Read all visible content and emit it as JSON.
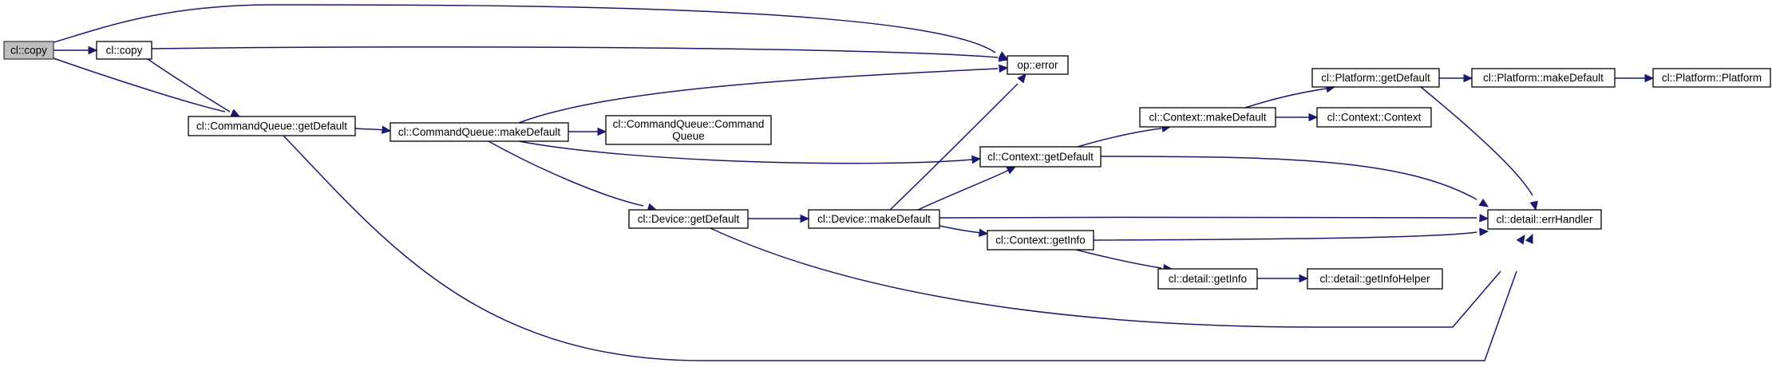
{
  "graph": {
    "edge_color": "#191970",
    "root_fill": "#bfbfbf",
    "nodes": [
      {
        "id": "root",
        "lines": [
          "cl::copy"
        ]
      },
      {
        "id": "clcopy",
        "lines": [
          "cl::copy"
        ]
      },
      {
        "id": "operror",
        "lines": [
          "op::error"
        ]
      },
      {
        "id": "cqgetdef",
        "lines": [
          "cl::CommandQueue::getDefault"
        ]
      },
      {
        "id": "cqmakedef",
        "lines": [
          "cl::CommandQueue::makeDefault"
        ]
      },
      {
        "id": "cqcmd",
        "lines": [
          "cl::CommandQueue::Command",
          "Queue"
        ]
      },
      {
        "id": "devgetdef",
        "lines": [
          "cl::Device::getDefault"
        ]
      },
      {
        "id": "devmakedef",
        "lines": [
          "cl::Device::makeDefault"
        ]
      },
      {
        "id": "ctxgetdef",
        "lines": [
          "cl::Context::getDefault"
        ]
      },
      {
        "id": "ctxmakedef",
        "lines": [
          "cl::Context::makeDefault"
        ]
      },
      {
        "id": "ctxctx",
        "lines": [
          "cl::Context::Context"
        ]
      },
      {
        "id": "platgetdef",
        "lines": [
          "cl::Platform::getDefault"
        ]
      },
      {
        "id": "platmakedef",
        "lines": [
          "cl::Platform::makeDefault"
        ]
      },
      {
        "id": "platplat",
        "lines": [
          "cl::Platform::Platform"
        ]
      },
      {
        "id": "errhandler",
        "lines": [
          "cl::detail::errHandler"
        ]
      },
      {
        "id": "ctxgetinfo",
        "lines": [
          "cl::Context::getInfo"
        ]
      },
      {
        "id": "detgetinfo",
        "lines": [
          "cl::detail::getInfo"
        ]
      },
      {
        "id": "detgetinfohelper",
        "lines": [
          "cl::detail::getInfoHelper"
        ]
      }
    ],
    "edges": [
      {
        "from": "root",
        "to": "clcopy"
      },
      {
        "from": "root",
        "to": "operror"
      },
      {
        "from": "root",
        "to": "cqgetdef"
      },
      {
        "from": "clcopy",
        "to": "operror"
      },
      {
        "from": "clcopy",
        "to": "cqgetdef"
      },
      {
        "from": "cqgetdef",
        "to": "cqmakedef"
      },
      {
        "from": "cqgetdef",
        "to": "errhandler"
      },
      {
        "from": "cqmakedef",
        "to": "operror"
      },
      {
        "from": "cqmakedef",
        "to": "cqcmd"
      },
      {
        "from": "cqmakedef",
        "to": "ctxgetdef"
      },
      {
        "from": "cqmakedef",
        "to": "devgetdef"
      },
      {
        "from": "devgetdef",
        "to": "devmakedef"
      },
      {
        "from": "devgetdef",
        "to": "errhandler"
      },
      {
        "from": "devmakedef",
        "to": "operror"
      },
      {
        "from": "devmakedef",
        "to": "ctxgetdef"
      },
      {
        "from": "devmakedef",
        "to": "errhandler"
      },
      {
        "from": "devmakedef",
        "to": "ctxgetinfo"
      },
      {
        "from": "ctxgetdef",
        "to": "ctxmakedef"
      },
      {
        "from": "ctxgetdef",
        "to": "errhandler"
      },
      {
        "from": "ctxmakedef",
        "to": "platgetdef"
      },
      {
        "from": "ctxmakedef",
        "to": "ctxctx"
      },
      {
        "from": "platgetdef",
        "to": "platmakedef"
      },
      {
        "from": "platgetdef",
        "to": "errhandler"
      },
      {
        "from": "platmakedef",
        "to": "platplat"
      },
      {
        "from": "ctxgetinfo",
        "to": "errhandler"
      },
      {
        "from": "ctxgetinfo",
        "to": "detgetinfo"
      },
      {
        "from": "detgetinfo",
        "to": "detgetinfohelper"
      }
    ]
  }
}
